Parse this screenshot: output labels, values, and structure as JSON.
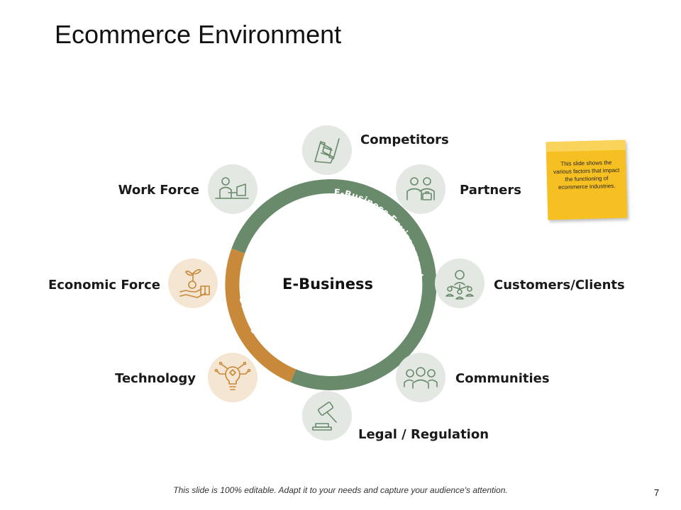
{
  "title": "Ecommerce Environment",
  "center_label": "E-Business",
  "ring": {
    "outer_label": "E-Business Environment",
    "inner_label": "Strategies",
    "green_color": "#6a8a6c",
    "orange_color": "#c9893a"
  },
  "nodes": [
    {
      "label": "Competitors",
      "icon": "handshake-icon",
      "tone": "green"
    },
    {
      "label": "Partners",
      "icon": "business-partners-icon",
      "tone": "green"
    },
    {
      "label": "Customers/Clients",
      "icon": "customer-network-icon",
      "tone": "green"
    },
    {
      "label": "Communities",
      "icon": "community-group-icon",
      "tone": "green"
    },
    {
      "label": "Legal / Regulation",
      "icon": "gavel-icon",
      "tone": "green"
    },
    {
      "label": "Technology",
      "icon": "lightbulb-circuit-icon",
      "tone": "orange"
    },
    {
      "label": "Economic Force",
      "icon": "money-plant-hand-icon",
      "tone": "orange"
    },
    {
      "label": "Work Force",
      "icon": "worker-laptop-icon",
      "tone": "green"
    }
  ],
  "tones": {
    "green": {
      "fill": "#e3e8e3",
      "stroke": "#6a8a6c"
    },
    "orange": {
      "fill": "#f5e5d3",
      "stroke": "#c9893a"
    }
  },
  "note": {
    "text": "This slide shows the various factors that impact the functioning of ecommerce industries."
  },
  "footer": "This slide is 100% editable. Adapt it to your needs and capture your audience's attention.",
  "page_number": "7"
}
